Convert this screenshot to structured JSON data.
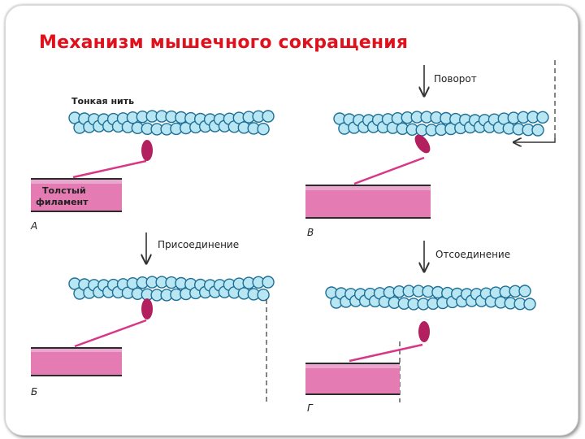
{
  "slide": {
    "title": "Механизм мышечного сокращения"
  },
  "colors": {
    "title": "#e0101c",
    "bead_fill": "#b9e6f3",
    "bead_stroke": "#1e6f96",
    "filament_fill": "#e57bb3",
    "filament_top": "#e9a7cd",
    "filament_stroke": "#2b2b2b",
    "myosin_head": "#b3205f",
    "neck": "#d93688"
  },
  "labels": {
    "thin_filament": "Тонкая  нить",
    "thick_filament_line1": "Толстый",
    "thick_filament_line2": "филамент",
    "step_attach": "Присоединение",
    "step_rotate": "Поворот",
    "step_detach": "Отсоединение"
  },
  "panels": [
    {
      "letter": "A"
    },
    {
      "letter": "Б"
    },
    {
      "letter": "В"
    },
    {
      "letter": "Г"
    }
  ]
}
